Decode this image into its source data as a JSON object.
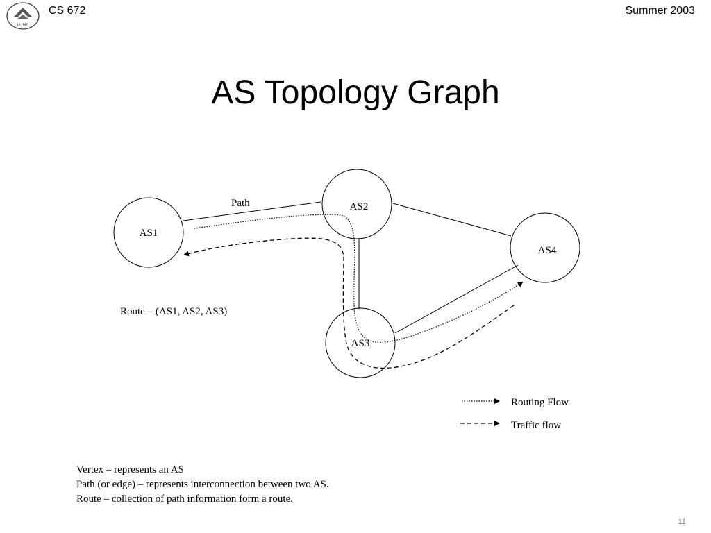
{
  "header": {
    "course": "CS 672",
    "term": "Summer 2003"
  },
  "title": "AS Topology Graph",
  "diagram": {
    "nodes": [
      {
        "id": "AS1",
        "label": "AS1"
      },
      {
        "id": "AS2",
        "label": "AS2"
      },
      {
        "id": "AS3",
        "label": "AS3"
      },
      {
        "id": "AS4",
        "label": "AS4"
      }
    ],
    "edges": [
      [
        "AS1",
        "AS2"
      ],
      [
        "AS2",
        "AS4"
      ],
      [
        "AS2",
        "AS3"
      ],
      [
        "AS3",
        "AS4"
      ]
    ],
    "path_label": "Path",
    "route_label": "Route – (AS1, AS2, AS3)",
    "legend": {
      "routing": "Routing Flow",
      "traffic": "Traffic flow"
    }
  },
  "notes": [
    "Vertex – represents an AS",
    "Path (or edge) – represents interconnection between two AS.",
    "Route – collection of path information form a route."
  ],
  "page_number": "11",
  "logo_text": "LUMS"
}
